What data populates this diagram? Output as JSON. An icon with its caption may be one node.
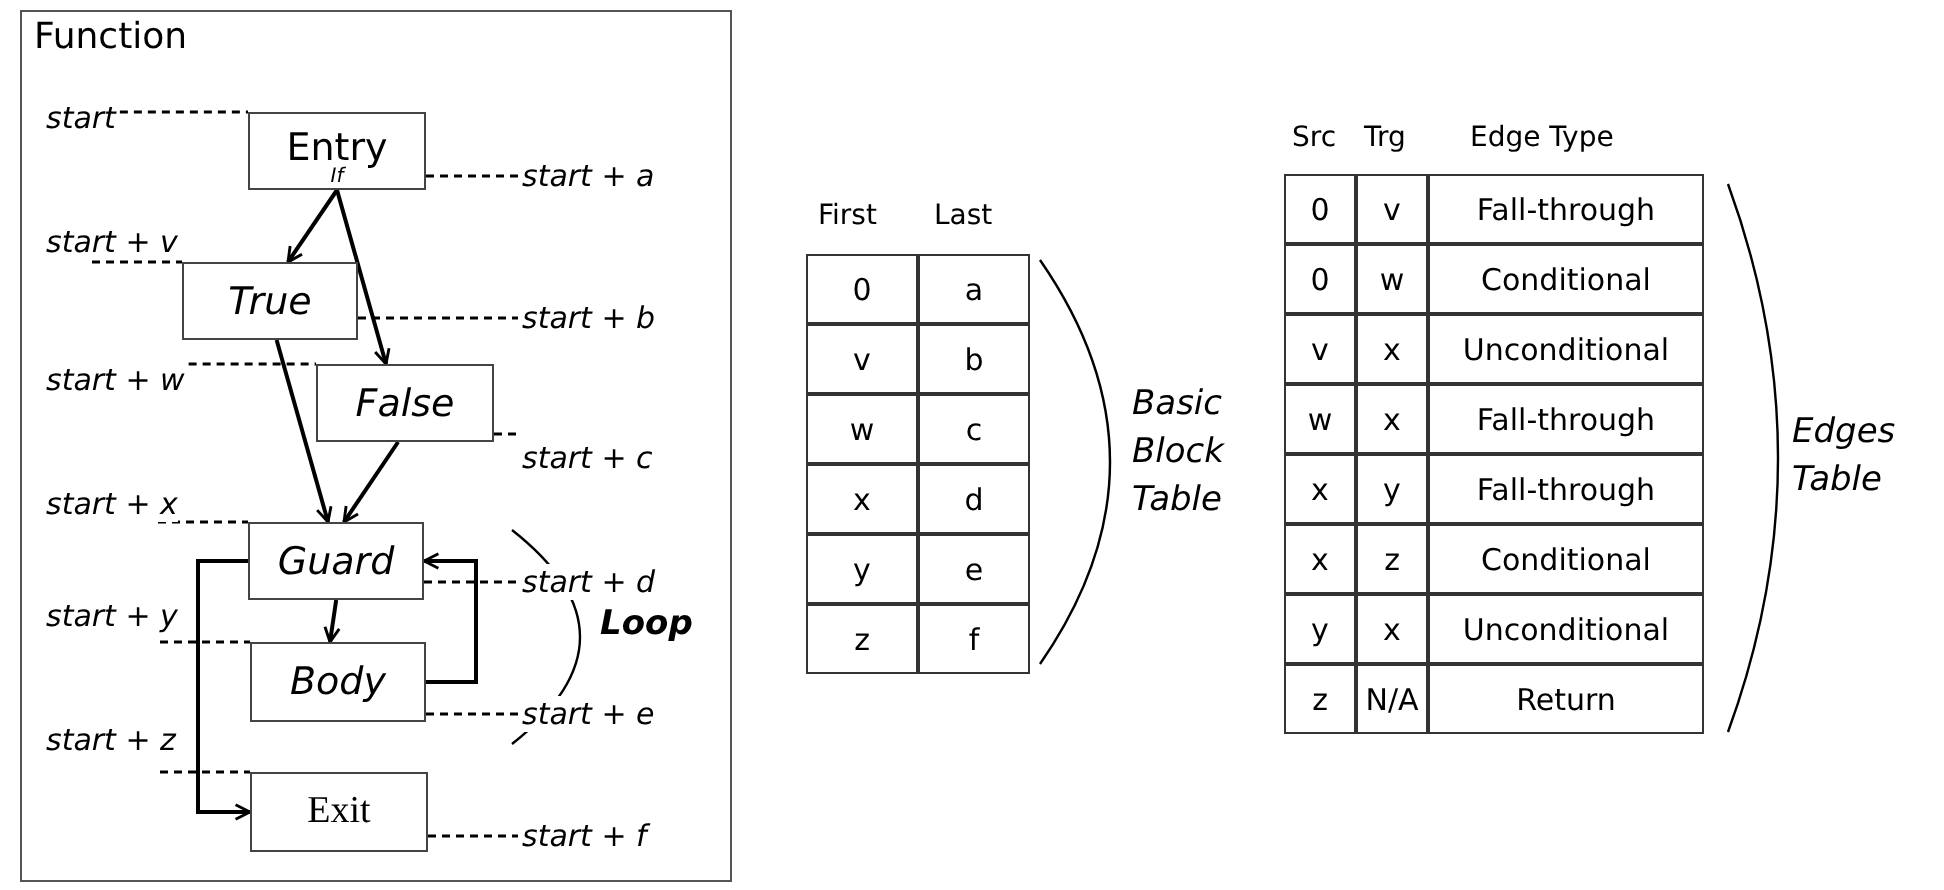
{
  "diagram": {
    "nodes": [
      {
        "text": [
          "Function"
        ]
      },
      {
        "text": [
          "start"
        ],
        "in": 0
      },
      {
        "text": [
          "Entry",
          "If"
        ],
        "in": 0
      },
      {
        "text": [
          "start + a"
        ],
        "in": 0
      },
      {
        "text": [
          "start + v"
        ],
        "in": 0
      },
      {
        "text": [
          "True"
        ],
        "in": 0
      },
      {
        "text": [
          "start + b"
        ],
        "in": 0
      },
      {
        "text": [
          "start + w"
        ],
        "in": 0
      },
      {
        "text": [
          "False"
        ],
        "in": 0
      },
      {
        "text": [
          "start + c"
        ],
        "in": 0
      },
      {
        "text": [
          "start + x"
        ],
        "in": 0
      },
      {
        "text": [
          "Guard"
        ],
        "in": 0
      },
      {
        "text": [
          "start + d"
        ],
        "in": 0
      },
      {
        "text": [
          "start + y"
        ],
        "in": 0
      },
      {
        "text": [
          "Body"
        ],
        "in": 0
      },
      {
        "text": [
          "start + e"
        ],
        "in": 0
      },
      {
        "text": [
          "start + z"
        ],
        "in": 0
      },
      {
        "text": [
          "Exit"
        ],
        "in": 0
      },
      {
        "text": [
          "start + f"
        ],
        "in": 0
      }
    ],
    "edges": [
      {
        "from": 2,
        "to": 5,
        "arrow": "to"
      },
      {
        "from": 2,
        "to": 8,
        "arrow": "to"
      },
      {
        "from": 5,
        "to": 11,
        "arrow": "to"
      },
      {
        "from": 8,
        "to": 11,
        "arrow": "to"
      },
      {
        "from": 11,
        "to": 14,
        "arrow": "to"
      },
      {
        "from": 14,
        "to": 11,
        "arrow": "to"
      },
      {
        "from": 11,
        "to": 17,
        "arrow": "to"
      },
      {
        "from": 1,
        "to": 2,
        "arrow": "none",
        "style": "dashed"
      },
      {
        "from": 3,
        "to": 2,
        "arrow": "none",
        "style": "dashed"
      },
      {
        "from": 4,
        "to": 5,
        "arrow": "none",
        "style": "dashed"
      },
      {
        "from": 6,
        "to": 5,
        "arrow": "none",
        "style": "dashed"
      },
      {
        "from": 7,
        "to": 8,
        "arrow": "none",
        "style": "dashed"
      },
      {
        "from": 9,
        "to": 8,
        "arrow": "none",
        "style": "dashed"
      },
      {
        "from": 10,
        "to": 11,
        "arrow": "none",
        "style": "dashed"
      },
      {
        "from": 12,
        "to": 11,
        "arrow": "none",
        "style": "dashed"
      },
      {
        "from": 13,
        "to": 14,
        "arrow": "none",
        "style": "dashed"
      },
      {
        "from": 15,
        "to": 14,
        "arrow": "none",
        "style": "dashed"
      },
      {
        "from": 16,
        "to": 17,
        "arrow": "none",
        "style": "dashed"
      },
      {
        "from": 18,
        "to": 17,
        "arrow": "none",
        "style": "dashed"
      }
    ],
    "labels": [
      "Loop",
      "First",
      "Last",
      "0",
      "a",
      "v",
      "b",
      "w",
      "c",
      "x",
      "d",
      "y",
      "e",
      "z",
      "f",
      "Basic Block Table",
      "Src",
      "Trg",
      "Edge Type",
      "0",
      "v",
      "Fall-through",
      "0",
      "w",
      "Conditional",
      "v",
      "x",
      "Unconditional",
      "w",
      "x",
      "Fall-through",
      "x",
      "y",
      "Fall-through",
      "x",
      "z",
      "Conditional",
      "y",
      "x",
      "Unconditional",
      "z",
      "N/A",
      "Return",
      "Edges Table"
    ]
  }
}
